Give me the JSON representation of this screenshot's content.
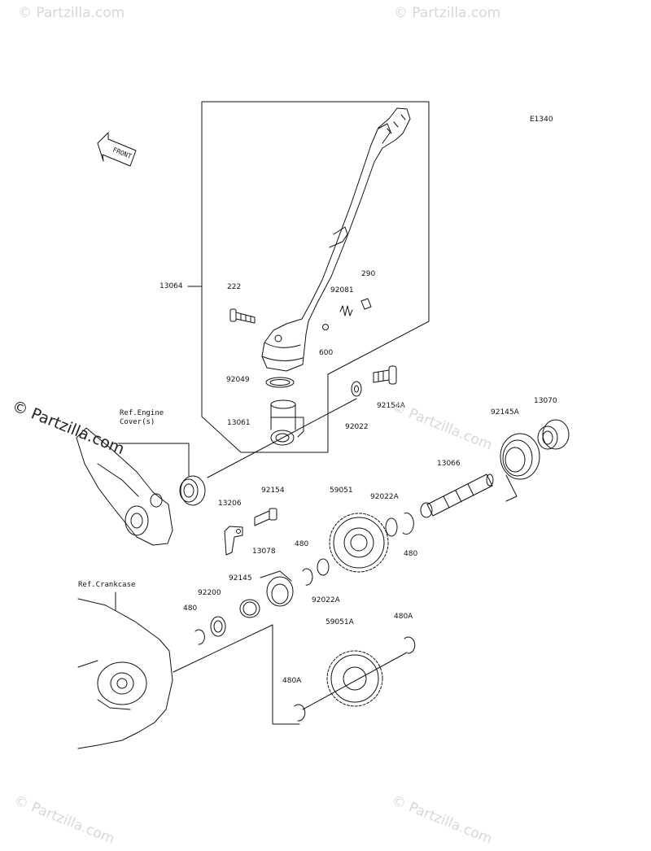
{
  "diagram_code": "E1340",
  "watermark": "© Partzilla.com",
  "colors": {
    "line": "#111111",
    "watermark": "#d7d7d7"
  },
  "labels": {
    "p13064": "13064",
    "p222": "222",
    "p290": "290",
    "p92081": "92081",
    "p600": "600",
    "p92049": "92049",
    "p92154A": "92154A",
    "p13061": "13061",
    "p92022": "92022",
    "ref_engine_cover": "Ref.Engine\nCover(s)",
    "p13070": "13070",
    "p92145A": "92145A",
    "p13066": "13066",
    "p92154": "92154",
    "p59051": "59051",
    "p92022A_upper": "92022A",
    "p13206": "13206",
    "p480_right": "480",
    "p480_mid": "480",
    "p13078": "13078",
    "p92145": "92145",
    "p92022A_lower": "92022A",
    "ref_crankcase": "Ref.Crankcase",
    "p92200": "92200",
    "p480_left": "480",
    "p59051A": "59051A",
    "p480A_right": "480A",
    "p480A_lower": "480A"
  },
  "front_label": "FRONT"
}
